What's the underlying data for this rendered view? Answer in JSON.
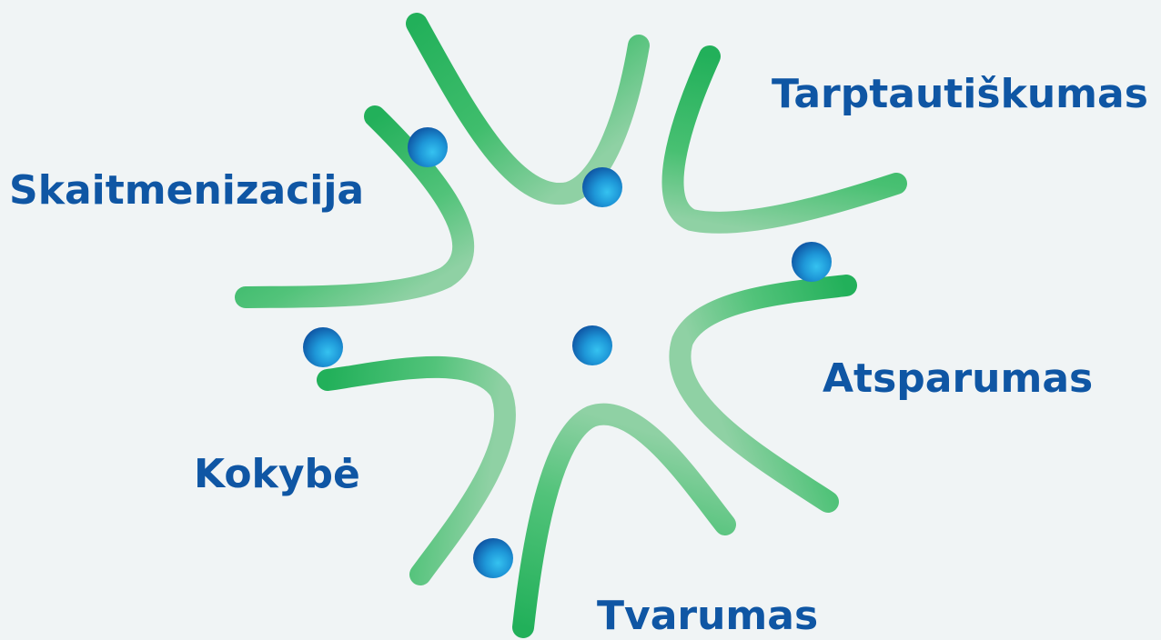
{
  "labels": {
    "internationalization": "Tarptautiškumas",
    "digitalization": "Skaitmenizacija",
    "resilience": "Atsparumas",
    "quality": "Kokybė",
    "sustainability": "Tvarumas"
  },
  "colors": {
    "background": "#f0f4f5",
    "arm_green": "#22b05a",
    "arm_green_light": "#8fd1a4",
    "label_blue": "#0f56a4",
    "dot_light": "#29b6ea",
    "dot_dark": "#0d4f9f"
  },
  "icons": {
    "arm": "curved-arm-icon",
    "node": "sphere-node-icon"
  }
}
